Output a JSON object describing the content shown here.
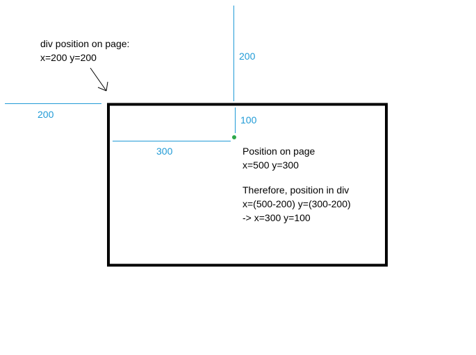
{
  "colors": {
    "measure": "#1f9ad6",
    "point": "#2ea84a",
    "box": "#000000",
    "text": "#000000"
  },
  "div_note": {
    "line1": "div position on page:",
    "line2": "x=200 y=200"
  },
  "measurements": {
    "top_distance": "200",
    "left_distance": "200",
    "inner_y_distance": "100",
    "inner_x_distance": "300"
  },
  "explanation": {
    "line1": "Position on page",
    "line2": "x=500 y=300",
    "line3": "Therefore, position in div",
    "line4": "x=(500-200) y=(300-200)",
    "line5": "-> x=300 y=100"
  }
}
